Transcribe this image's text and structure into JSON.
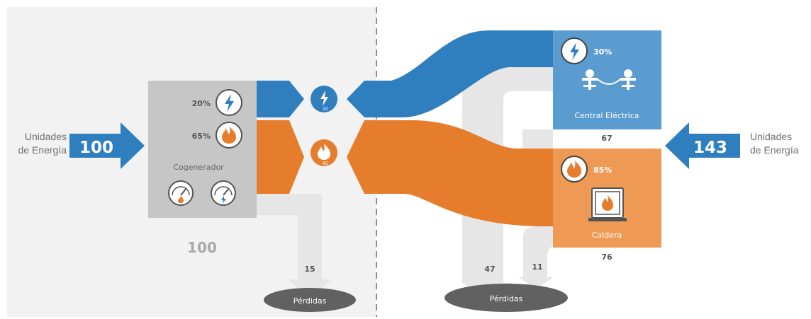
{
  "left": {
    "input_label_line1": "Unidades",
    "input_label_line2": "de Energía",
    "input_value": "100",
    "cogenerator": {
      "label": "Cogenerador",
      "elec_pct": "20%",
      "heat_pct": "65%",
      "total": "100"
    },
    "elec_out": "20",
    "heat_out": "65",
    "losses_value": "15",
    "losses_label": "Pérdidas"
  },
  "right": {
    "input_label_line1": "Unidades",
    "input_label_line2": "de Energía",
    "input_value": "143",
    "power_plant": {
      "label": "Central Eléctrica",
      "pct": "30%",
      "value": "67"
    },
    "boiler": {
      "label": "Caldera",
      "pct": "85%",
      "value": "76"
    },
    "losses_value_1": "47",
    "losses_value_2": "11",
    "losses_label": "Pérdidas"
  },
  "colors": {
    "electric_blue": "#2f7fbf",
    "power_box_blue": "#5a9bd0",
    "heat_orange": "#e57d2c",
    "boiler_orange": "#ee9a55",
    "gray_box": "#c6c6c6",
    "loss_gray": "#e6e6e6",
    "ellipse_dark": "#616161",
    "panel_bg": "#f2f2f2"
  },
  "icons": [
    "lightning-icon",
    "flame-icon",
    "gauge-icon",
    "transmission-tower-icon",
    "boiler-icon"
  ]
}
